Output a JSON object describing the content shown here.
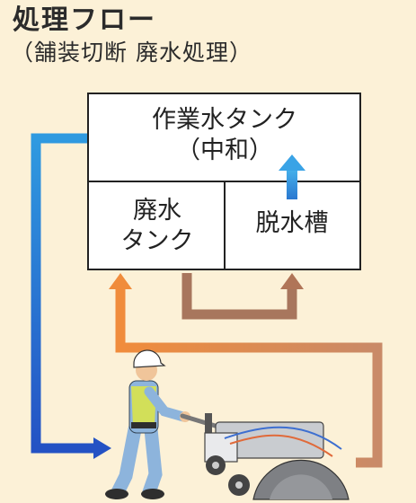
{
  "title": "処理フロー",
  "subtitle": "（舗装切断 廃水処理）",
  "tanks": {
    "work_tank_line1": "作業水タンク",
    "work_tank_line2": "（中和）",
    "waste_tank_line1": "廃水",
    "waste_tank_line2": "タンク",
    "dewater_tank": "脱水槽"
  },
  "colors": {
    "background": "#fcf1d7",
    "box_border": "#222222",
    "blue_arrow": "#2f6fd0",
    "orange_arrow": "#ee8e44",
    "brown_arrow": "#a8765d"
  }
}
